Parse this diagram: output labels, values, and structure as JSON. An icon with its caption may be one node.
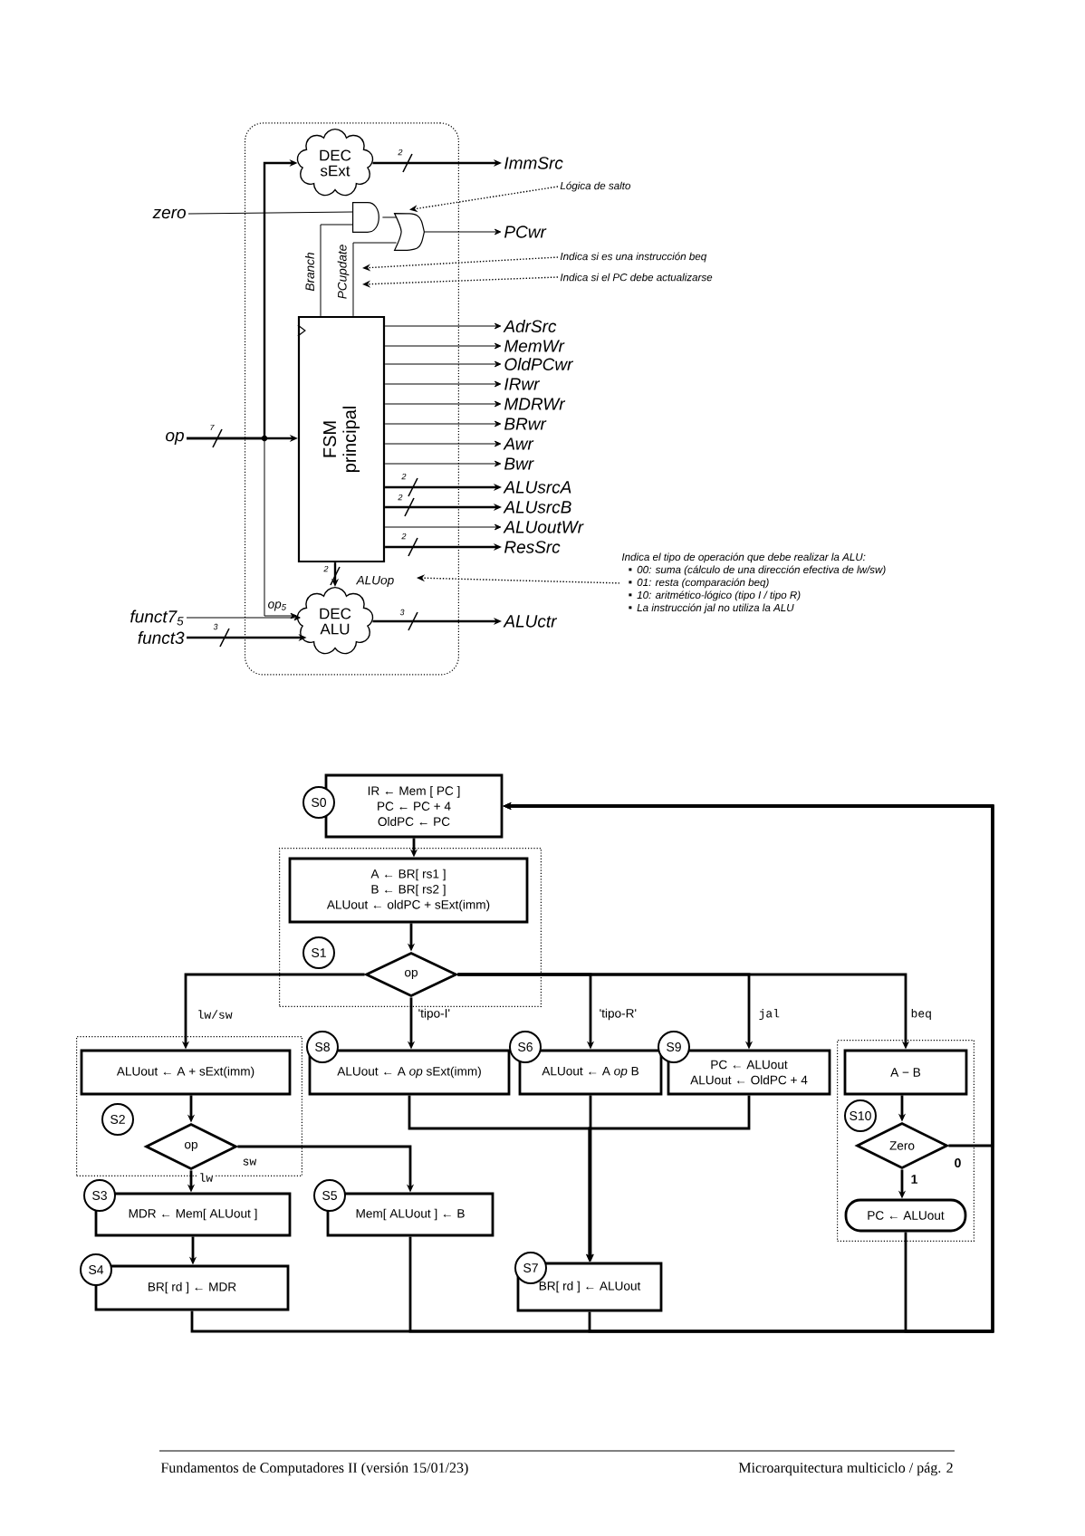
{
  "diagram": {
    "nodes": [
      {
        "text": [],
        "shape": "box"
      },
      {
        "text": [
          "DEC sExt"
        ],
        "in": 0
      },
      {
        "text": [
          "FSM principal"
        ],
        "in": 0
      },
      {
        "text": [
          "DEC ALU"
        ],
        "in": 0
      },
      {
        "text": [],
        "shape": "gate",
        "in": 0
      },
      {
        "text": [],
        "shape": "gate",
        "in": 0
      },
      {
        "text": [
          "zero"
        ]
      },
      {
        "text": [
          "op"
        ]
      },
      {
        "text": [
          "funct7$_{5}$"
        ]
      },
      {
        "text": [
          "funct3"
        ]
      },
      {
        "text": [
          "ImmSrc"
        ]
      },
      {
        "text": [
          "PCwr"
        ]
      },
      {
        "text": [
          "AdrSrc"
        ]
      },
      {
        "text": [
          "MemWr"
        ]
      },
      {
        "text": [
          "OldPCwr"
        ]
      },
      {
        "text": [
          "IRwr"
        ]
      },
      {
        "text": [
          "MDRWr"
        ]
      },
      {
        "text": [
          "BRwr"
        ]
      },
      {
        "text": [
          "Awr"
        ]
      },
      {
        "text": [
          "Bwr"
        ]
      },
      {
        "text": [
          "ALUsrcA"
        ]
      },
      {
        "text": [
          "ALUsrcB"
        ]
      },
      {
        "text": [
          "ALUoutWr"
        ]
      },
      {
        "text": [
          "ResSrc"
        ]
      },
      {
        "text": [
          "ALUctr"
        ]
      },
      {
        "text": [
          "Lógica de salto"
        ]
      },
      {
        "text": [
          "Indica si es una instrucción beq"
        ]
      },
      {
        "text": [
          "Indica si el PC debe actualizarse"
        ]
      },
      {
        "text": [
          "Indica el tipo de operación que debe realizar la ALU:",
          "00: suma (cálculo de una dirección efectiva de lw/sw)",
          "01: resta (comparación beq)",
          "10: aritmético-lógico (tipo I / tipo R)",
          "La instrucción jal no utiliza la ALU"
        ]
      },
      {
        "text": [
          "IR ← Mem [ PC ]",
          "PC ← PC + 4",
          "OldPC ← PC"
        ]
      },
      {
        "text": [
          "S0"
        ]
      },
      {
        "text": [],
        "shape": "box"
      },
      {
        "text": [
          "A ← BR[ rs1 ]",
          "B ← BR[ rs2 ]",
          "ALUout ← oldPC + sExt(imm)"
        ],
        "in": 31
      },
      {
        "text": [
          "S1"
        ],
        "in": 31
      },
      {
        "text": [
          "op"
        ],
        "in": 31
      },
      {
        "text": [],
        "shape": "box"
      },
      {
        "text": [
          "ALUout ← A + sExt(imm)"
        ],
        "in": 35
      },
      {
        "text": [
          "S2"
        ],
        "in": 35
      },
      {
        "text": [
          "op"
        ],
        "in": 35
      },
      {
        "text": [
          "S8"
        ]
      },
      {
        "text": [
          "ALUout ← A *op* sExt(imm)"
        ]
      },
      {
        "text": [
          "S6"
        ]
      },
      {
        "text": [
          "ALUout ← A *op* B"
        ]
      },
      {
        "text": [
          "S9"
        ]
      },
      {
        "text": [
          "PC ← ALUout",
          "ALUout ← OldPC + 4"
        ]
      },
      {
        "text": [],
        "shape": "box"
      },
      {
        "text": [
          "A − B"
        ],
        "in": 45
      },
      {
        "text": [
          "S10"
        ],
        "in": 45
      },
      {
        "text": [
          "Zero"
        ],
        "in": 45
      },
      {
        "text": [
          "PC ← ALUout"
        ],
        "in": 45
      },
      {
        "text": [
          "S3"
        ]
      },
      {
        "text": [
          "MDR ← Mem[ ALUout ]"
        ]
      },
      {
        "text": [
          "S5"
        ]
      },
      {
        "text": [
          "Mem[ ALUout ] ← B"
        ]
      },
      {
        "text": [
          "S4"
        ]
      },
      {
        "text": [
          "BR[ rd ] ← MDR"
        ]
      },
      {
        "text": [
          "S7"
        ]
      },
      {
        "text": [
          "BR[ rd ] ← ALUout"
        ]
      }
    ],
    "edges": [
      {
        "from": 7,
        "to": 2,
        "arrow": "to"
      },
      {
        "from": 7,
        "to": 1,
        "arrow": "to"
      },
      {
        "from": 7,
        "to": 3,
        "arrow": "to",
        "label": "op$_{5}$"
      },
      {
        "from": 1,
        "to": 10,
        "arrow": "to"
      },
      {
        "from": 6,
        "to": 4,
        "arrow": "none"
      },
      {
        "from": 2,
        "to": 4,
        "arrow": "none",
        "label": "Branch"
      },
      {
        "from": 2,
        "to": 5,
        "arrow": "none",
        "label": "PCupdate"
      },
      {
        "from": 4,
        "to": 5,
        "arrow": "none"
      },
      {
        "from": 5,
        "to": 11,
        "arrow": "to"
      },
      {
        "from": 2,
        "to": 12,
        "arrow": "to"
      },
      {
        "from": 2,
        "to": 13,
        "arrow": "to"
      },
      {
        "from": 2,
        "to": 14,
        "arrow": "to"
      },
      {
        "from": 2,
        "to": 15,
        "arrow": "to"
      },
      {
        "from": 2,
        "to": 16,
        "arrow": "to"
      },
      {
        "from": 2,
        "to": 17,
        "arrow": "to"
      },
      {
        "from": 2,
        "to": 18,
        "arrow": "to"
      },
      {
        "from": 2,
        "to": 19,
        "arrow": "to"
      },
      {
        "from": 2,
        "to": 20,
        "arrow": "to"
      },
      {
        "from": 2,
        "to": 21,
        "arrow": "to"
      },
      {
        "from": 2,
        "to": 22,
        "arrow": "to"
      },
      {
        "from": 2,
        "to": 23,
        "arrow": "to"
      },
      {
        "from": 2,
        "to": 3,
        "arrow": "to",
        "label": "ALUop"
      },
      {
        "from": 3,
        "to": 24,
        "arrow": "to"
      },
      {
        "from": 8,
        "to": 3,
        "arrow": "to"
      },
      {
        "from": 9,
        "to": 3,
        "arrow": "to"
      },
      {
        "from": 25,
        "to": 5,
        "arrow": "to",
        "style": "dashed"
      },
      {
        "from": 26,
        "to": null,
        "arrow": "to",
        "style": "dashed"
      },
      {
        "from": 27,
        "to": null,
        "arrow": "to",
        "style": "dashed"
      },
      {
        "from": 28,
        "to": null,
        "arrow": "to",
        "style": "dashed"
      },
      {
        "from": 29,
        "to": 32,
        "arrow": "to"
      },
      {
        "from": 32,
        "to": 34,
        "arrow": "to"
      },
      {
        "from": 34,
        "to": 36,
        "arrow": "to",
        "label": "lw/sw"
      },
      {
        "from": 34,
        "to": 40,
        "arrow": "to",
        "label": "'tipo-I'"
      },
      {
        "from": 34,
        "to": 42,
        "arrow": "to",
        "label": "'tipo-R'"
      },
      {
        "from": 34,
        "to": 44,
        "arrow": "to",
        "label": "jal"
      },
      {
        "from": 34,
        "to": 46,
        "arrow": "to",
        "label": "beq"
      },
      {
        "from": 36,
        "to": 38,
        "arrow": "to"
      },
      {
        "from": 38,
        "to": 51,
        "arrow": "to",
        "label": "lw"
      },
      {
        "from": 38,
        "to": 53,
        "arrow": "to",
        "label": "sw"
      },
      {
        "from": 51,
        "to": 55,
        "arrow": "to"
      },
      {
        "from": 40,
        "to": 57,
        "arrow": "to"
      },
      {
        "from": 42,
        "to": 57,
        "arrow": "to"
      },
      {
        "from": 44,
        "to": 57,
        "arrow": "to"
      },
      {
        "from": 46,
        "to": 48,
        "arrow": "to"
      },
      {
        "from": 48,
        "to": 49,
        "arrow": "to",
        "label": "1"
      },
      {
        "from": 48,
        "to": 29,
        "arrow": "to",
        "label": "0"
      },
      {
        "from": 55,
        "to": 29,
        "arrow": "to"
      },
      {
        "from": 53,
        "to": 29,
        "arrow": "to"
      },
      {
        "from": 57,
        "to": 29,
        "arrow": "to"
      },
      {
        "from": 49,
        "to": 29,
        "arrow": "to"
      }
    ],
    "labels": [
      "2",
      "7",
      "2",
      "2",
      "2",
      "2",
      "3",
      "3",
      "Fundamentos de Computadores II (versión 15/01/23)",
      "Microarquitectura multiciclo / pág. 2"
    ]
  }
}
